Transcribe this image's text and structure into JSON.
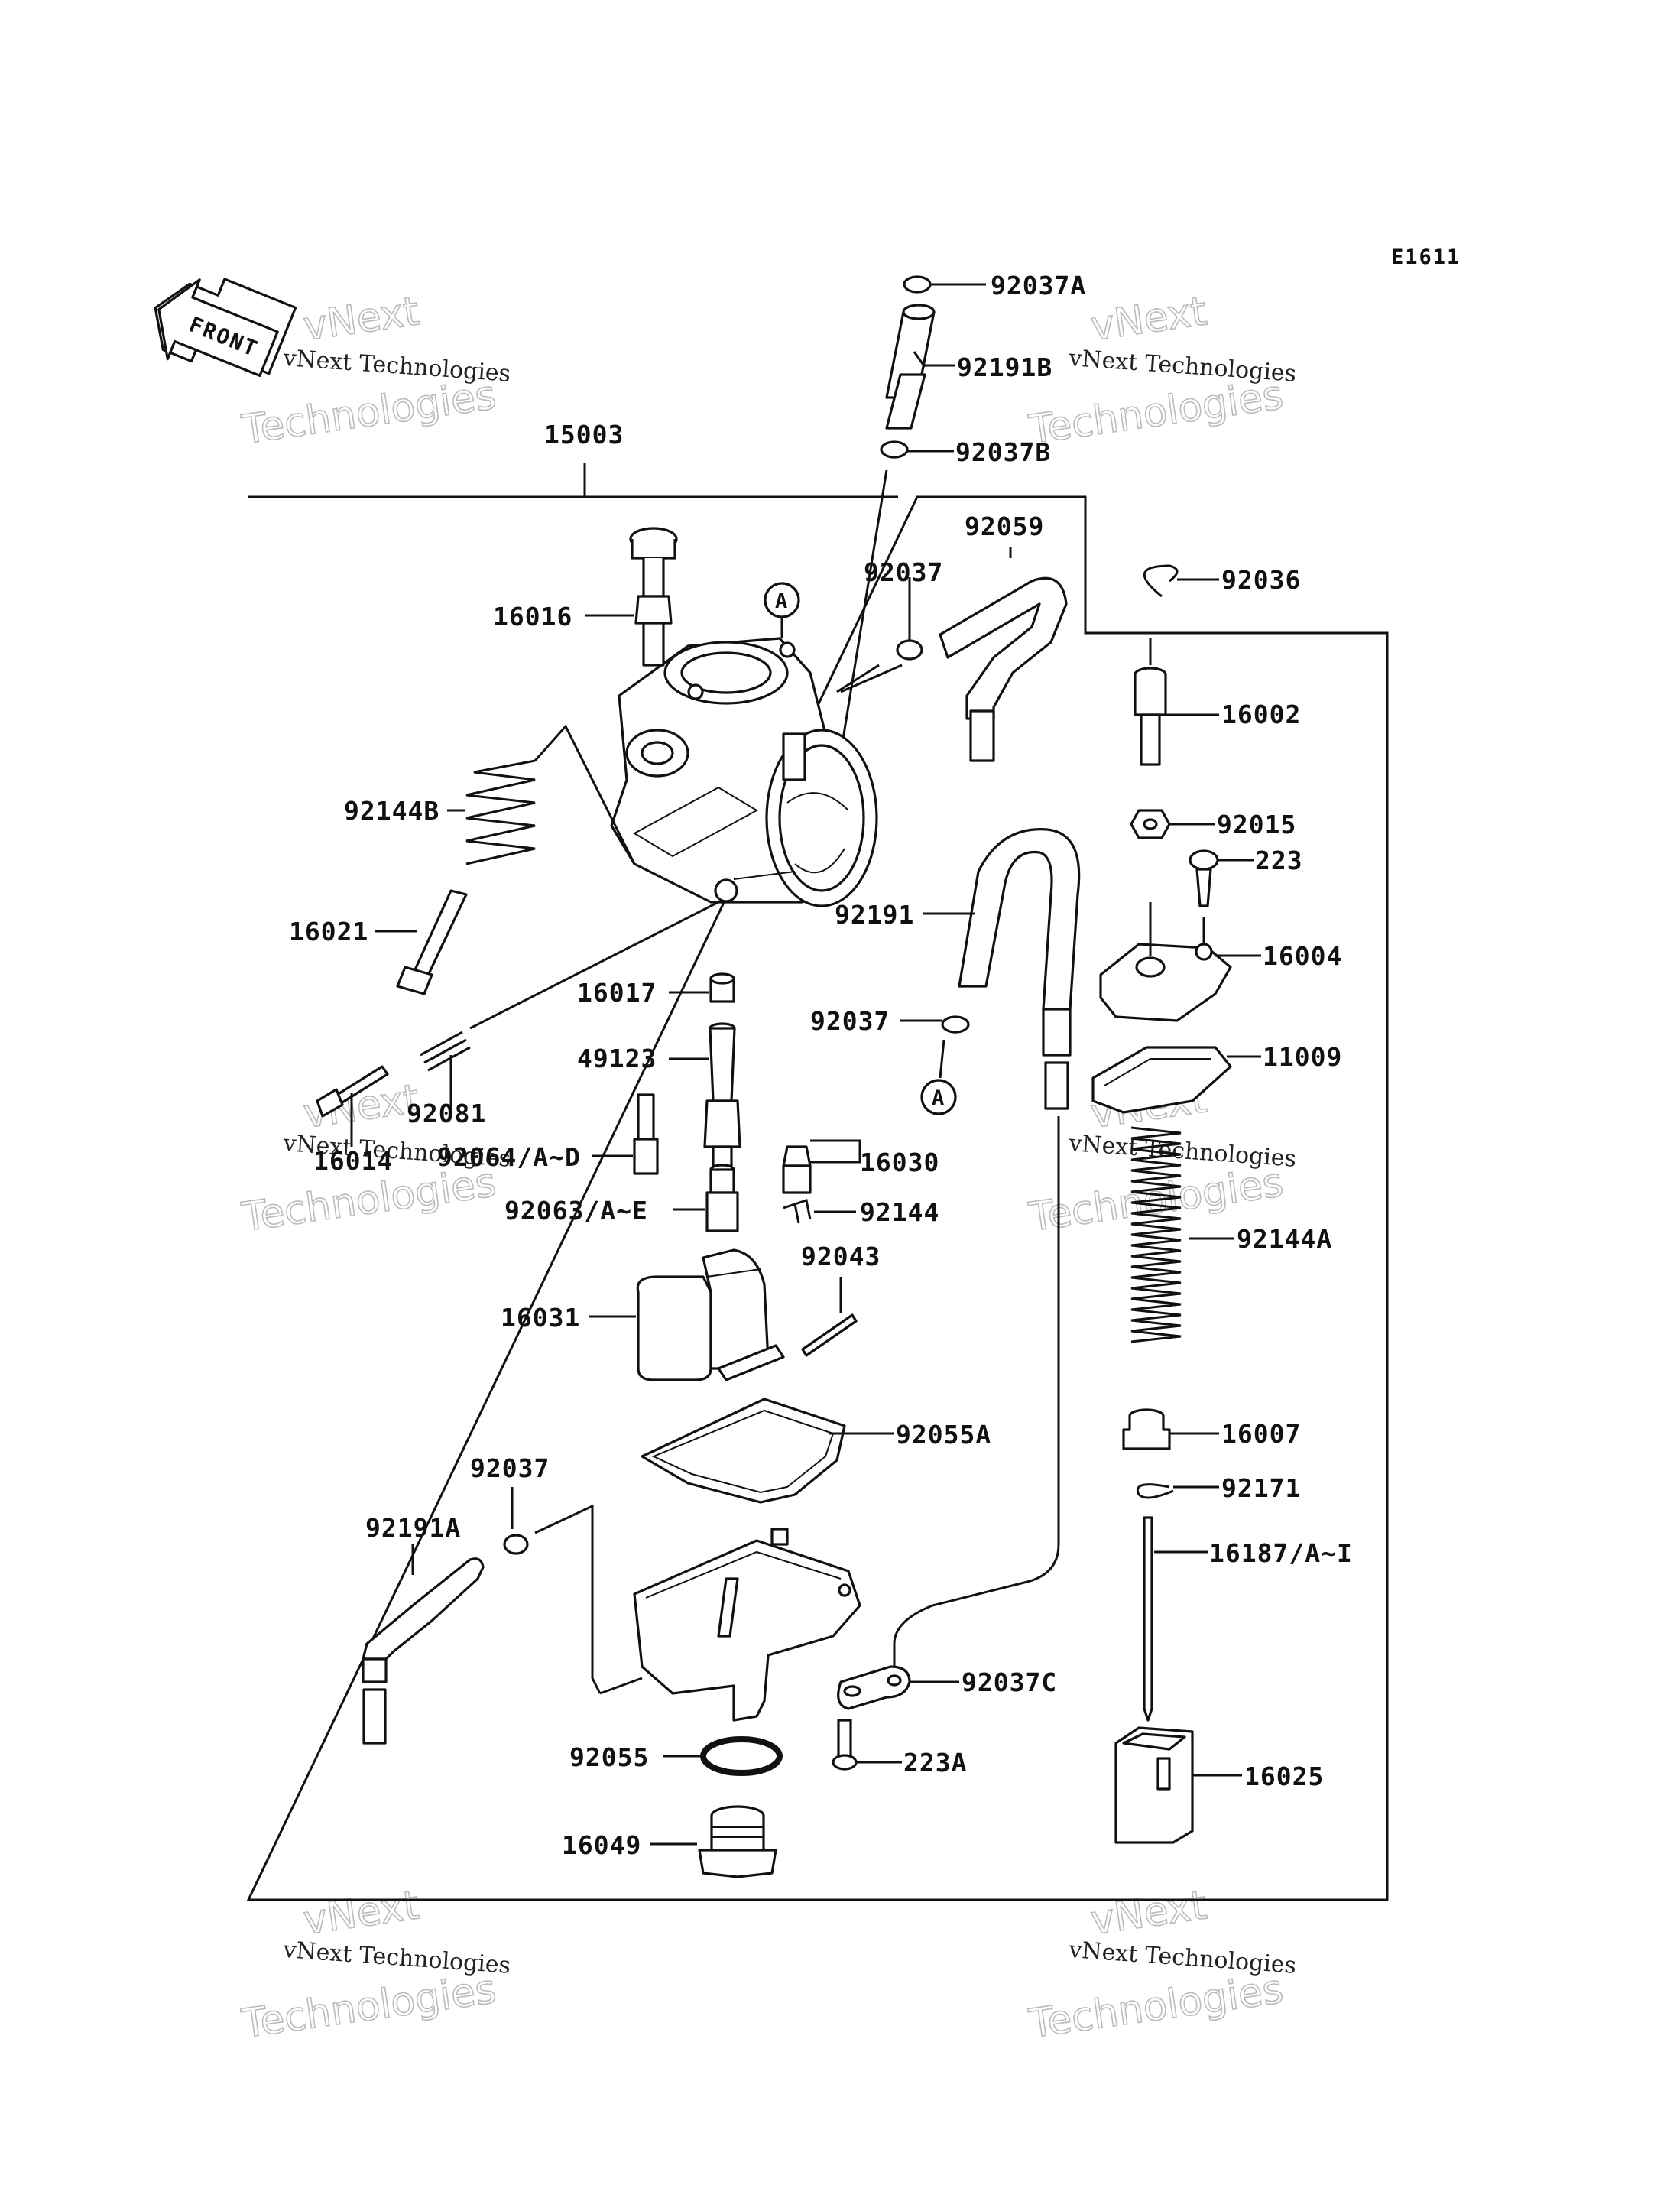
{
  "diagram": {
    "code": "E1611",
    "front_label": "FRONT",
    "callout_a": "A",
    "watermark_line1": "vNext Technologies",
    "watermark_line2": "vNext",
    "watermark_line3": "Technologies"
  },
  "parts": {
    "p92037A": "92037A",
    "p92191B": "92191B",
    "p92037B": "92037B",
    "p15003": "15003",
    "p92059": "92059",
    "p92036": "92036",
    "p92037_top": "92037",
    "p16016": "16016",
    "p16002": "16002",
    "p92144B": "92144B",
    "p92015": "92015",
    "p223": "223",
    "p16021": "16021",
    "p92191": "92191",
    "p16004": "16004",
    "p16017": "16017",
    "p92037_mid": "92037",
    "p49123": "49123",
    "p11009": "11009",
    "p92081": "92081",
    "p16014": "16014",
    "p92064": "92064/A~D",
    "p16030": "16030",
    "p92063": "92063/A~E",
    "p92144": "92144",
    "p92144A": "92144A",
    "p92043": "92043",
    "p16031": "16031",
    "p92055A": "92055A",
    "p16007": "16007",
    "p92037_low": "92037",
    "p92171": "92171",
    "p92191A": "92191A",
    "p16187": "16187/A~I",
    "p92037C": "92037C",
    "p92055": "92055",
    "p223A": "223A",
    "p16025": "16025",
    "p16049": "16049"
  }
}
